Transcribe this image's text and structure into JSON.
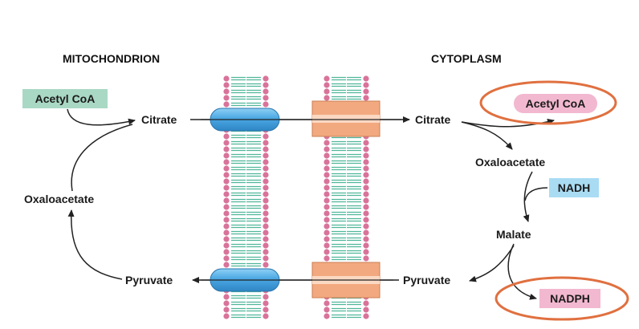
{
  "headers": {
    "left": "MITOCHONDRION",
    "right": "CYTOPLASM"
  },
  "mitochondrion": {
    "acetyl_coa": "Acetyl CoA",
    "citrate": "Citrate",
    "oxaloacetate": "Oxaloacetate",
    "pyruvate": "Pyruvate"
  },
  "cytoplasm": {
    "citrate": "Citrate",
    "acetyl_coa": "Acetyl CoA",
    "oxaloacetate": "Oxaloacetate",
    "nadh": "NADH",
    "malate": "Malate",
    "nadph": "NADPH",
    "pyruvate": "Pyruvate"
  },
  "colors": {
    "acetyl_coa_left_box": "#a9d8c4",
    "acetyl_coa_right_box": "#f2b8cf",
    "nadh_box": "#a9dcf3",
    "nadph_box": "#f2b8cf",
    "highlight_ring": "#e07040",
    "inner_transporter": "#4aa7e3",
    "outer_transporter": "#f2a97f",
    "lipid_head": "#d9739a",
    "lipid_tail": "#4fb69a"
  }
}
